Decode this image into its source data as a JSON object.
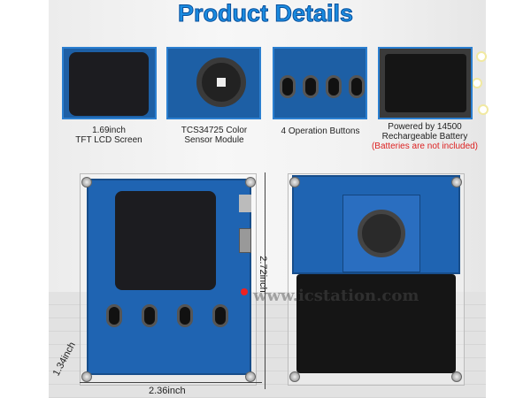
{
  "title": "Product Details",
  "features": [
    {
      "lines": [
        "1.69inch",
        "TFT LCD Screen"
      ]
    },
    {
      "lines": [
        "TCS34725 Color",
        "Sensor Module"
      ]
    },
    {
      "lines": [
        "4 Operation Buttons"
      ]
    },
    {
      "lines": [
        "Powered by 14500",
        "Rechargeable Battery"
      ],
      "note": "(Batteries are not included)"
    }
  ],
  "dimensions": {
    "height": "2.72inch",
    "width": "2.36inch",
    "depth": "1.34inch"
  },
  "watermark": {
    "brand": "ICstation.com",
    "url": "www.icstation.com"
  },
  "colors": {
    "accent": "#1a8be0",
    "pcb": "#1f64b2",
    "warning": "#dd2222"
  }
}
